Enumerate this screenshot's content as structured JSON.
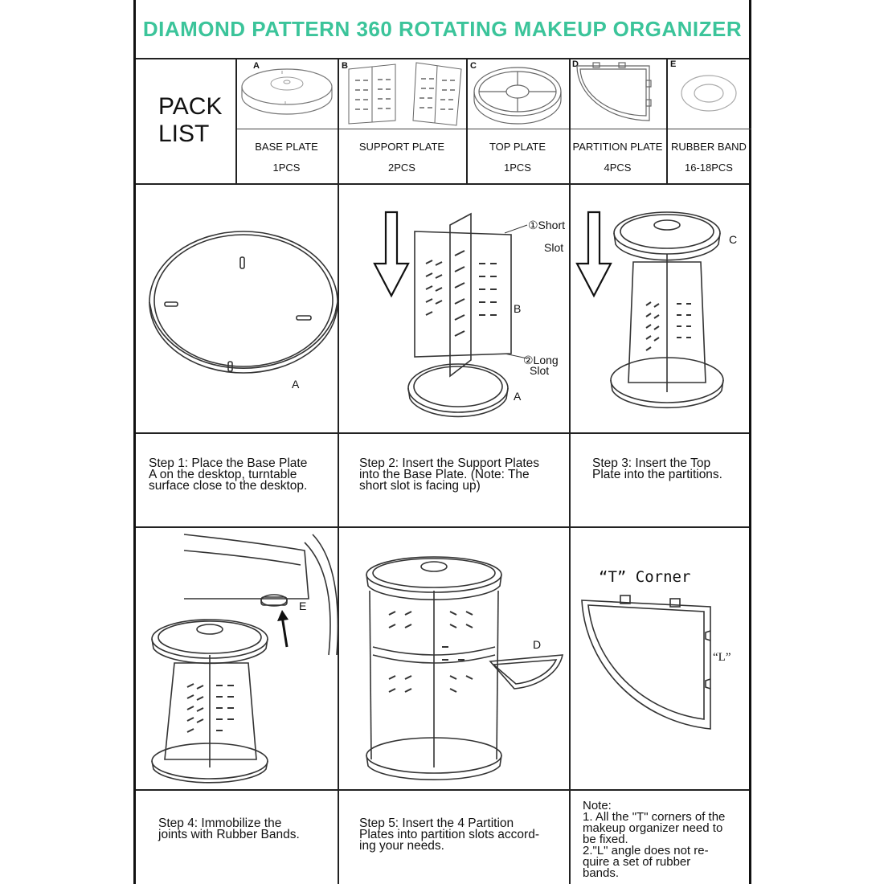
{
  "title": "DIAMOND PATTERN 360 ROTATING MAKEUP ORGANIZER",
  "pack_list": {
    "heading_line1": "PACK",
    "heading_line2": "LIST",
    "parts": [
      {
        "letter": "A",
        "name": "BASE PLATE",
        "qty": "1PCS"
      },
      {
        "letter": "B",
        "name": "SUPPORT PLATE",
        "qty": "2PCS"
      },
      {
        "letter": "C",
        "name": "TOP PLATE",
        "qty": "1PCS"
      },
      {
        "letter": "D",
        "name": "PARTITION PLATE",
        "qty": "4PCS"
      },
      {
        "letter": "E",
        "name": "RUBBER BAND",
        "qty": "16-18PCS"
      }
    ]
  },
  "diagram_labels": {
    "step1_a": "A",
    "step2_short_1": "①Short",
    "step2_short_2": "Slot",
    "step2_b": "B",
    "step2_long_1": "②Long",
    "step2_long_2": "Slot",
    "step2_a": "A",
    "step3_c": "C",
    "step4_e": "E",
    "step5_d": "D",
    "t_corner": "“T” Corner",
    "l_label": "“L”"
  },
  "steps": [
    {
      "lines": [
        "Step 1: Place the Base Plate",
        "A on the desktop, turntable",
        "surface close to the desktop."
      ]
    },
    {
      "lines": [
        "Step 2: Insert the Support Plates",
        "into the  Base Plate. (Note: The",
        "short slot is facing up)"
      ]
    },
    {
      "lines": [
        "Step 3: Insert the Top",
        "Plate into the partitions."
      ]
    },
    {
      "lines": [
        "Step 4: Immobilize the",
        "joints with Rubber Bands."
      ]
    },
    {
      "lines": [
        "Step 5: Insert the 4 Partition",
        "Plates into partition slots accord-",
        "ing your needs."
      ]
    }
  ],
  "note": {
    "lines": [
      "Note:",
      "1. All the \"T\" corners of the",
      "makeup organizer need to",
      "be fixed.",
      "2.\"L\" angle does not re-",
      "quire a set of rubber",
      "bands."
    ]
  }
}
